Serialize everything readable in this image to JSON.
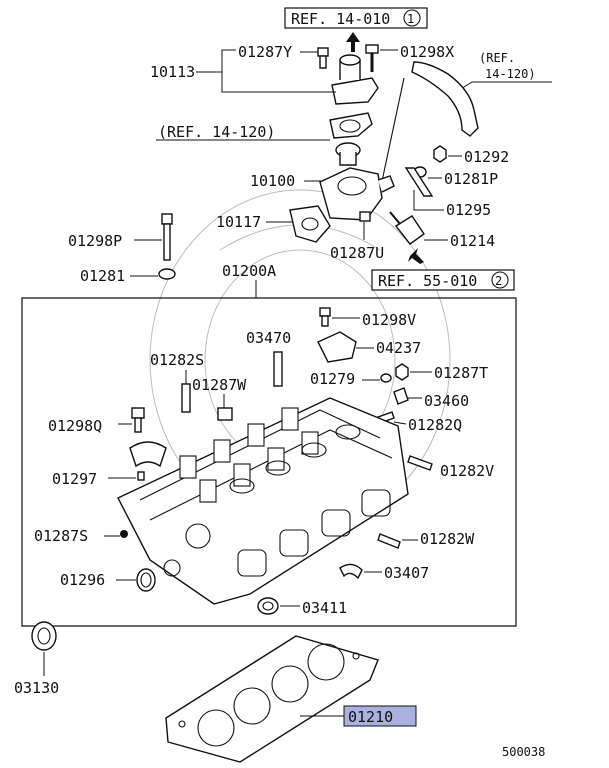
{
  "figure_code": "500038",
  "highlight_color": "#aab0e0",
  "refs": {
    "r1": {
      "text": "REF. 14-010",
      "circle": "1"
    },
    "r2": {
      "text": "REF. 55-010",
      "circle": "2"
    },
    "r3": {
      "line1": "(REF.",
      "line2": "14-120)"
    },
    "r4": "(REF. 14-120)"
  },
  "parts": {
    "p01287Y": "01287Y",
    "p01298X": "01298X",
    "p10113": "10113",
    "p01292": "01292",
    "p01281P": "01281P",
    "p10100": "10100",
    "p01295": "01295",
    "p10117": "10117",
    "p01214": "01214",
    "p01287U": "01287U",
    "p01298P": "01298P",
    "p01281": "01281",
    "p01200A": "01200A",
    "p01298V": "01298V",
    "p03470": "03470",
    "p04237": "04237",
    "p01282S": "01282S",
    "p01287W": "01287W",
    "p01279": "01279",
    "p01287T": "01287T",
    "p03460": "03460",
    "p01298Q": "01298Q",
    "p01282Q": "01282Q",
    "p01297": "01297",
    "p01282V": "01282V",
    "p01287S": "01287S",
    "p01282W": "01282W",
    "p01296": "01296",
    "p03407": "03407",
    "p03411": "03411",
    "p03130": "03130",
    "p01210": "01210"
  }
}
